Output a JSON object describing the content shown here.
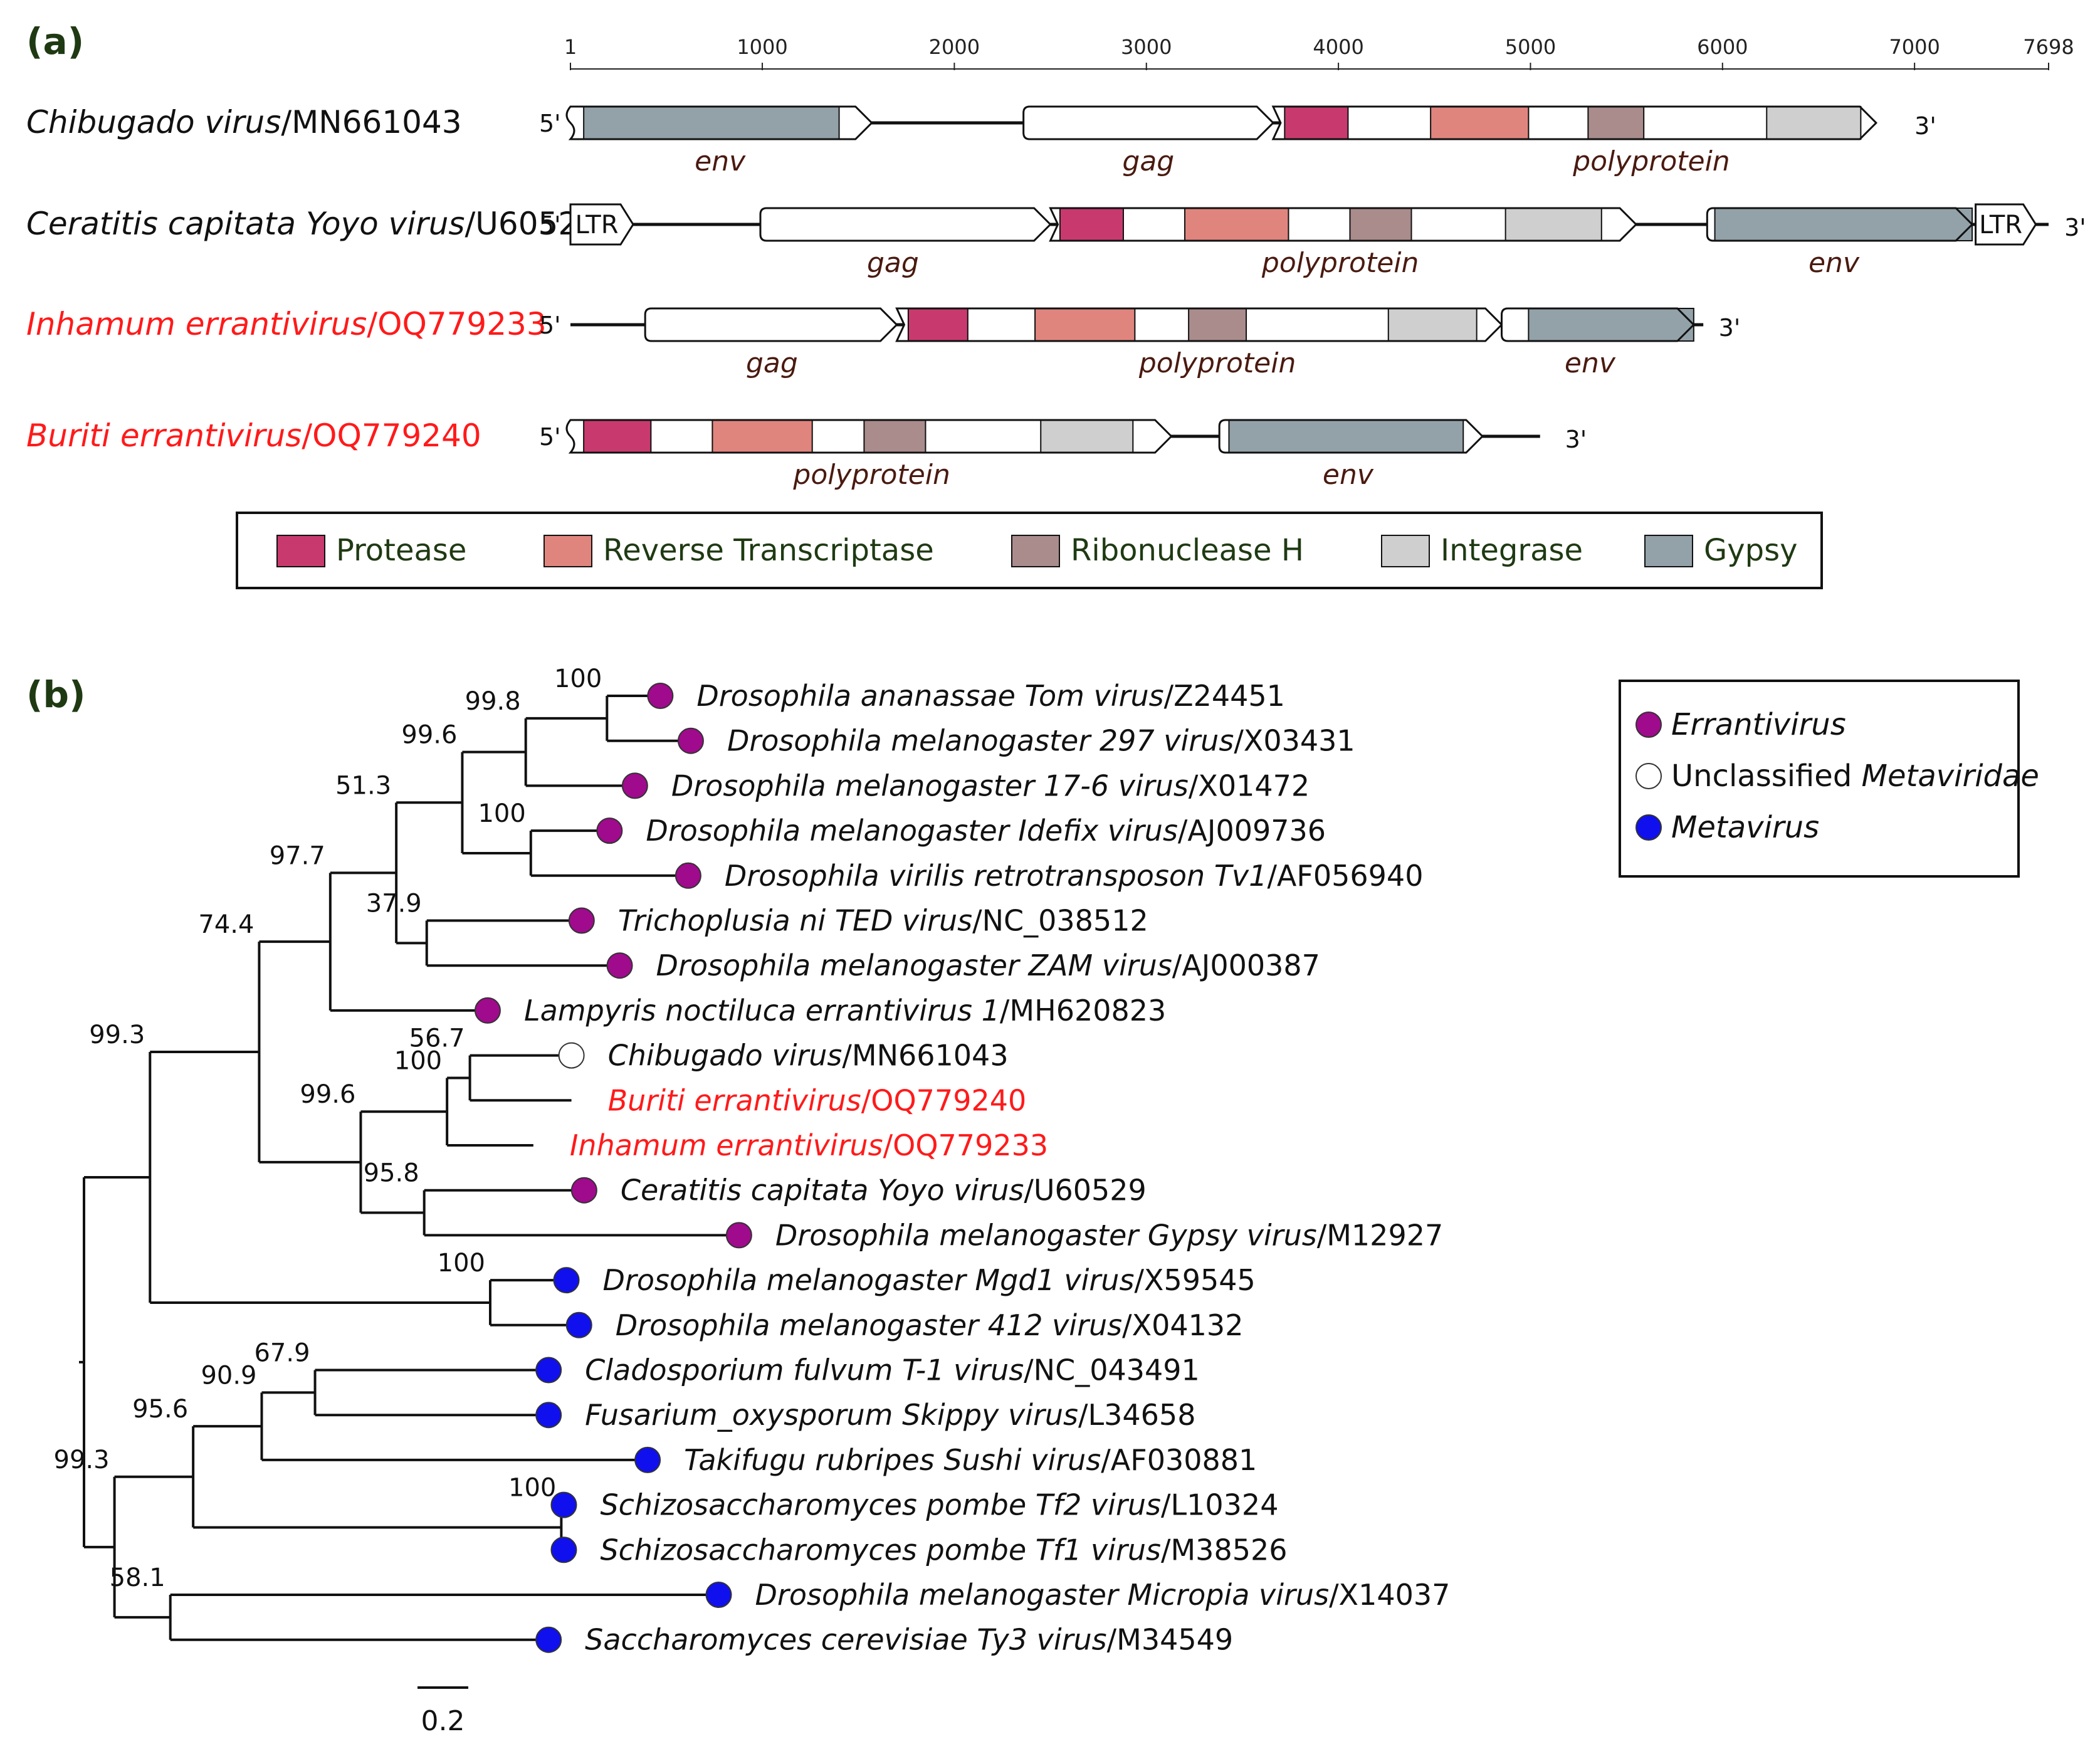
{
  "panel_a": {
    "letter": "a",
    "axis": {
      "ticks": [
        {
          "label": "1",
          "pos": 1
        },
        {
          "label": "1000",
          "pos": 1000
        },
        {
          "label": "2000",
          "pos": 2000
        },
        {
          "label": "3000",
          "pos": 3000
        },
        {
          "label": "4000",
          "pos": 4000
        },
        {
          "label": "5000",
          "pos": 5000
        },
        {
          "label": "6000",
          "pos": 6000
        },
        {
          "label": "7000",
          "pos": 7000
        },
        {
          "label": "7698",
          "pos": 7698
        }
      ]
    },
    "five_prime": "5'",
    "three_prime": "3'",
    "genomes": [
      {
        "label_italic": "Chibugado virus",
        "label_plain": "/MN661043",
        "highlight": false,
        "start_ltr": false,
        "end_ltr": false,
        "line_start": 1,
        "line_end": 6800,
        "end_label_pos": 7000,
        "orfs": [
          {
            "start": 1,
            "end": 1570,
            "label": "env",
            "label_pos": 780,
            "start_shape": "squiggle",
            "domains": [
              {
                "type": "Gypsy",
                "start": 70,
                "end": 1400
              }
            ]
          },
          {
            "start": 2360,
            "end": 3660,
            "label": "gag",
            "label_pos": 3010,
            "start_shape": "round",
            "domains": []
          },
          {
            "start": 3660,
            "end": 6800,
            "label": "polyprotein",
            "label_pos": 5630,
            "start_shape": "notch",
            "domains": [
              {
                "type": "Protease",
                "start": 3720,
                "end": 4050
              },
              {
                "type": "Reverse Transcriptase",
                "start": 4480,
                "end": 4990
              },
              {
                "type": "Ribonuclease H",
                "start": 5300,
                "end": 5590
              },
              {
                "type": "Integrase",
                "start": 6230,
                "end": 6720
              }
            ]
          }
        ]
      },
      {
        "label_italic": "Ceratitis capitata Yoyo virus",
        "label_plain": "/U60529",
        "highlight": false,
        "start_ltr": true,
        "end_ltr": true,
        "ltr_label": "LTR",
        "line_start": 1,
        "line_end": 7698,
        "end_label_pos": 7780,
        "orfs": [
          {
            "start": 990,
            "end": 2500,
            "label": "gag",
            "label_pos": 1680,
            "start_shape": "round",
            "domains": []
          },
          {
            "start": 2500,
            "end": 5550,
            "label": "polyprotein",
            "label_pos": 4010,
            "start_shape": "notch",
            "domains": [
              {
                "type": "Protease",
                "start": 2550,
                "end": 2880
              },
              {
                "type": "Reverse Transcriptase",
                "start": 3200,
                "end": 3740
              },
              {
                "type": "Ribonuclease H",
                "start": 4060,
                "end": 4380
              },
              {
                "type": "Integrase",
                "start": 4870,
                "end": 5370
              }
            ]
          },
          {
            "start": 5920,
            "end": 7300,
            "label": "env",
            "label_pos": 6580,
            "start_shape": "round",
            "domains": [
              {
                "type": "Gypsy",
                "start": 5960,
                "end": 7300
              }
            ]
          }
        ]
      },
      {
        "label_italic": "Inhamum errantivirus",
        "label_plain": "/OQ779233",
        "highlight": true,
        "start_ltr": false,
        "end_ltr": false,
        "line_start": 1,
        "line_end": 5900,
        "end_label_pos": 5980,
        "orfs": [
          {
            "start": 390,
            "end": 1700,
            "label": "gag",
            "label_pos": 1050,
            "start_shape": "round",
            "domains": []
          },
          {
            "start": 1700,
            "end": 4850,
            "label": "polyprotein",
            "label_pos": 3370,
            "start_shape": "notch",
            "domains": [
              {
                "type": "Protease",
                "start": 1760,
                "end": 2070
              },
              {
                "type": "Reverse Transcriptase",
                "start": 2420,
                "end": 2940
              },
              {
                "type": "Ribonuclease H",
                "start": 3220,
                "end": 3520
              },
              {
                "type": "Integrase",
                "start": 4260,
                "end": 4720
              }
            ]
          },
          {
            "start": 4850,
            "end": 5850,
            "label": "env",
            "label_pos": 5310,
            "start_shape": "round",
            "domains": [
              {
                "type": "Gypsy",
                "start": 4990,
                "end": 5850
              }
            ]
          }
        ]
      },
      {
        "label_italic": "Buriti errantivirus",
        "label_plain": "/OQ779240",
        "highlight": true,
        "start_ltr": false,
        "end_ltr": false,
        "line_start": 1,
        "line_end": 5050,
        "end_label_pos": 5180,
        "orfs": [
          {
            "start": 1,
            "end": 3130,
            "label": "polyprotein",
            "label_pos": 1570,
            "start_shape": "squiggle",
            "domains": [
              {
                "type": "Protease",
                "start": 70,
                "end": 420
              },
              {
                "type": "Reverse Transcriptase",
                "start": 740,
                "end": 1260
              },
              {
                "type": "Ribonuclease H",
                "start": 1530,
                "end": 1850
              },
              {
                "type": "Integrase",
                "start": 2450,
                "end": 2930
              }
            ]
          },
          {
            "start": 3380,
            "end": 4750,
            "label": "env",
            "label_pos": 4050,
            "start_shape": "round",
            "domains": [
              {
                "type": "Gypsy",
                "start": 3430,
                "end": 4650
              }
            ]
          }
        ]
      }
    ],
    "legend": [
      {
        "type": "Protease",
        "label": "Protease"
      },
      {
        "type": "Reverse Transcriptase",
        "label": "Reverse Transcriptase"
      },
      {
        "type": "Ribonuclease H",
        "label": "Ribonuclease H"
      },
      {
        "type": "Integrase",
        "label": "Integrase"
      },
      {
        "type": "Gypsy",
        "label": "Gypsy"
      }
    ],
    "domain_colors": {
      "Protease": "#c83a6e",
      "Reverse Transcriptase": "#e0857e",
      "Ribonuclease H": "#aa8c8c",
      "Integrase": "#cfcfcf",
      "Gypsy": "#93a2a8"
    }
  },
  "panel_b": {
    "letter": "b",
    "legend": [
      {
        "group": "Errantivirus",
        "italic": "Errantivirus",
        "prefix": ""
      },
      {
        "group": "Unclassified",
        "italic": "Metaviridae",
        "prefix": "Unclassified "
      },
      {
        "group": "Metavirus",
        "italic": "Metavirus",
        "prefix": ""
      }
    ],
    "group_colors": {
      "Errantivirus": "#a00a8c",
      "Unclassified": "#ffffff",
      "Metavirus": "#1010ee"
    },
    "tree": {
      "children": [
        {
          "bl": 0.26,
          "support": "99.3",
          "children": [
            {
              "bl": 0.43,
              "support": "74.4",
              "children": [
                {
                  "bl": 0.28,
                  "support": "97.7",
                  "children": [
                    {
                      "bl": 0.26,
                      "support": "51.3",
                      "children": [
                        {
                          "bl": 0.26,
                          "support": "99.6",
                          "children": [
                            {
                              "bl": 0.25,
                              "support": "99.8",
                              "children": [
                                {
                                  "bl": 0.32,
                                  "support": "100",
                                  "children": [
                                    {
                                      "bl": 0.21,
                                      "leaf": {
                                        "italic": "Drosophila ananassae Tom virus",
                                        "plain": "/Z24451",
                                        "group": "Errantivirus"
                                      }
                                    },
                                    {
                                      "bl": 0.33,
                                      "leaf": {
                                        "italic": "Drosophila melanogaster 297  virus",
                                        "plain": "/X03431",
                                        "group": "Errantivirus"
                                      }
                                    }
                                  ]
                                },
                                {
                                  "bl": 0.43,
                                  "leaf": {
                                    "italic": "Drosophila melanogaster 17-6 virus",
                                    "plain": "/X01472",
                                    "group": "Errantivirus"
                                  }
                                }
                              ]
                            },
                            {
                              "bl": 0.27,
                              "support": "100",
                              "children": [
                                {
                                  "bl": 0.31,
                                  "leaf": {
                                    "italic": "Drosophila melanogaster Idefix virus",
                                    "plain": "/AJ009736",
                                    "group": "Errantivirus"
                                  }
                                },
                                {
                                  "bl": 0.62,
                                  "leaf": {
                                    "italic": "Drosophila virilis retrotransposon Tv1",
                                    "plain": "/AF056940",
                                    "group": "Errantivirus"
                                  }
                                }
                              ]
                            }
                          ]
                        },
                        {
                          "bl": 0.12,
                          "support": "37.9",
                          "children": [
                            {
                              "bl": 0.61,
                              "leaf": {
                                "italic": "Trichoplusia ni TED virus",
                                "plain": "/NC_038512",
                                "group": "Errantivirus"
                              }
                            },
                            {
                              "bl": 0.76,
                              "leaf": {
                                "italic": "Drosophila melanogaster ZAM virus",
                                "plain": "/AJ000387",
                                "group": "Errantivirus"
                              }
                            }
                          ]
                        }
                      ]
                    },
                    {
                      "bl": 0.62,
                      "leaf": {
                        "italic": "Lampyris noctiluca errantivirus 1",
                        "plain": "/MH620823",
                        "group": "Errantivirus"
                      }
                    }
                  ]
                },
                {
                  "bl": 0.4,
                  "support": "99.6",
                  "children": [
                    {
                      "bl": 0.34,
                      "support": "100",
                      "children": [
                        {
                          "bl": 0.09,
                          "support": "56.7",
                          "children": [
                            {
                              "bl": 0.4,
                              "leaf": {
                                "italic": "Chibugado virus",
                                "plain": "/MN661043",
                                "group": "Unclassified"
                              }
                            },
                            {
                              "bl": 0.4,
                              "leaf": {
                                "italic": "Buriti errantivirus",
                                "plain": "/OQ779240",
                                "group": "none",
                                "red": true
                              }
                            }
                          ]
                        },
                        {
                          "bl": 0.34,
                          "leaf": {
                            "italic": "Inhamum errantivirus",
                            "plain": "/OQ779233",
                            "group": "none",
                            "red": true
                          }
                        }
                      ]
                    },
                    {
                      "bl": 0.25,
                      "support": "95.8",
                      "children": [
                        {
                          "bl": 0.63,
                          "leaf": {
                            "italic": "Ceratitis capitata Yoyo virus",
                            "plain": "/U60529",
                            "group": "Errantivirus"
                          }
                        },
                        {
                          "bl": 1.24,
                          "leaf": {
                            "italic": "Drosophila melanogaster Gypsy virus",
                            "plain": "/M12927",
                            "group": "Errantivirus"
                          }
                        }
                      ]
                    }
                  ]
                }
              ]
            },
            {
              "bl": 1.34,
              "support": "100",
              "children": [
                {
                  "bl": 0.3,
                  "leaf": {
                    "italic": "Drosophila melanogaster Mgd1 virus",
                    "plain": "/X59545",
                    "group": "Metavirus"
                  }
                },
                {
                  "bl": 0.35,
                  "leaf": {
                    "italic": "Drosophila melanogaster 412 virus",
                    "plain": "/X04132",
                    "group": "Metavirus"
                  }
                }
              ]
            }
          ]
        },
        {
          "bl": 0.12,
          "support": "99.3",
          "children": [
            {
              "bl": 0.31,
              "support": "95.6",
              "children": [
                {
                  "bl": 0.27,
                  "support": "90.9",
                  "children": [
                    {
                      "bl": 0.21,
                      "support": "67.9",
                      "children": [
                        {
                          "bl": 0.92,
                          "leaf": {
                            "italic": "Cladosporium fulvum T-1 virus",
                            "plain": "/NC_043491",
                            "group": "Metavirus"
                          }
                        },
                        {
                          "bl": 0.92,
                          "leaf": {
                            "italic": "Fusarium_oxysporum Skippy virus",
                            "plain": "/L34658",
                            "group": "Metavirus"
                          }
                        }
                      ]
                    },
                    {
                      "bl": 1.52,
                      "leaf": {
                        "italic": "Takifugu rubripes Sushi virus",
                        "plain": "/AF030881",
                        "group": "Metavirus"
                      }
                    }
                  ]
                },
                {
                  "bl": 1.45,
                  "support": "100",
                  "children": [
                    {
                      "bl": 0.01,
                      "leaf": {
                        "italic": "Schizosaccharomyces pombe Tf2 virus",
                        "plain": "/L10324",
                        "group": "Metavirus"
                      }
                    },
                    {
                      "bl": 0.01,
                      "leaf": {
                        "italic": "Schizosaccharomyces pombe Tf1 virus",
                        "plain": "/M38526",
                        "group": "Metavirus"
                      }
                    }
                  ]
                }
              ]
            },
            {
              "bl": 0.22,
              "support": "58.1",
              "children": [
                {
                  "bl": 2.16,
                  "leaf": {
                    "italic": "Drosophila melanogaster Micropia virus",
                    "plain": "/X14037",
                    "group": "Metavirus"
                  }
                },
                {
                  "bl": 1.49,
                  "leaf": {
                    "italic": "Saccharomyces cerevisiae Ty3 virus",
                    "plain": "/M34549",
                    "group": "Metavirus"
                  }
                }
              ]
            }
          ]
        }
      ]
    },
    "scale_bar": {
      "length": 0.2,
      "label": "0.2"
    }
  }
}
